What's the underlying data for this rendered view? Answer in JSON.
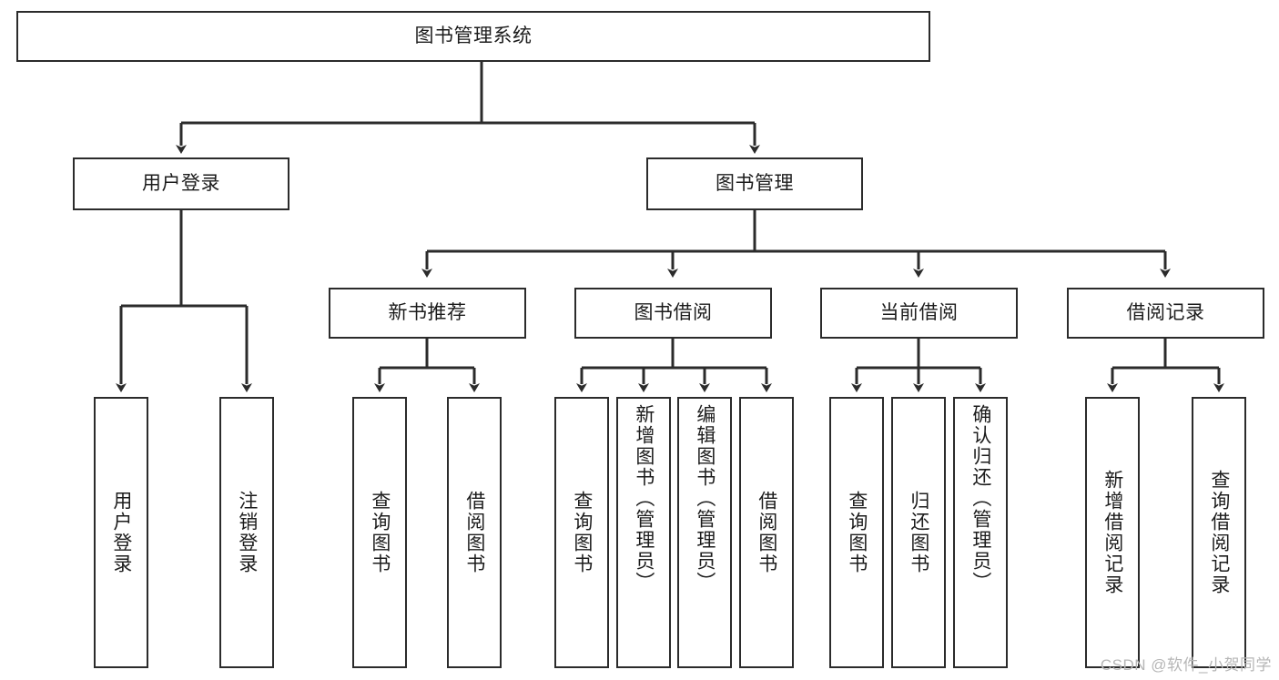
{
  "diagram": {
    "title": "图书管理系统",
    "type": "tree-hierarchy-diagram",
    "root": {
      "label": "图书管理系统"
    },
    "level2": [
      {
        "label": "用户登录"
      },
      {
        "label": "图书管理"
      }
    ],
    "level3": [
      {
        "label": "新书推荐"
      },
      {
        "label": "图书借阅"
      },
      {
        "label": "当前借阅"
      },
      {
        "label": "借阅记录"
      }
    ],
    "leaves": {
      "user_login": [
        {
          "label": "用户登录"
        },
        {
          "label": "注销登录"
        }
      ],
      "new_book_recommend": [
        {
          "label": "查询图书"
        },
        {
          "label": "借阅图书"
        }
      ],
      "book_borrow": [
        {
          "label": "查询图书"
        },
        {
          "label": "新增图书（管理员）"
        },
        {
          "label": "编辑图书（管理员）"
        },
        {
          "label": "借阅图书"
        }
      ],
      "current_borrow": [
        {
          "label": "查询图书"
        },
        {
          "label": "归还图书"
        },
        {
          "label": "确认归还（管理员）"
        }
      ],
      "borrow_record": [
        {
          "label": "新增借阅记录"
        },
        {
          "label": "查询借阅记录"
        }
      ]
    }
  },
  "colors": {
    "line": "#2b2b2b",
    "box_fill": "#ffffff",
    "text": "#1c1c1c",
    "watermark": "#b6b6b6"
  },
  "watermark": {
    "text": "CSDN @软件_小贺同学"
  }
}
